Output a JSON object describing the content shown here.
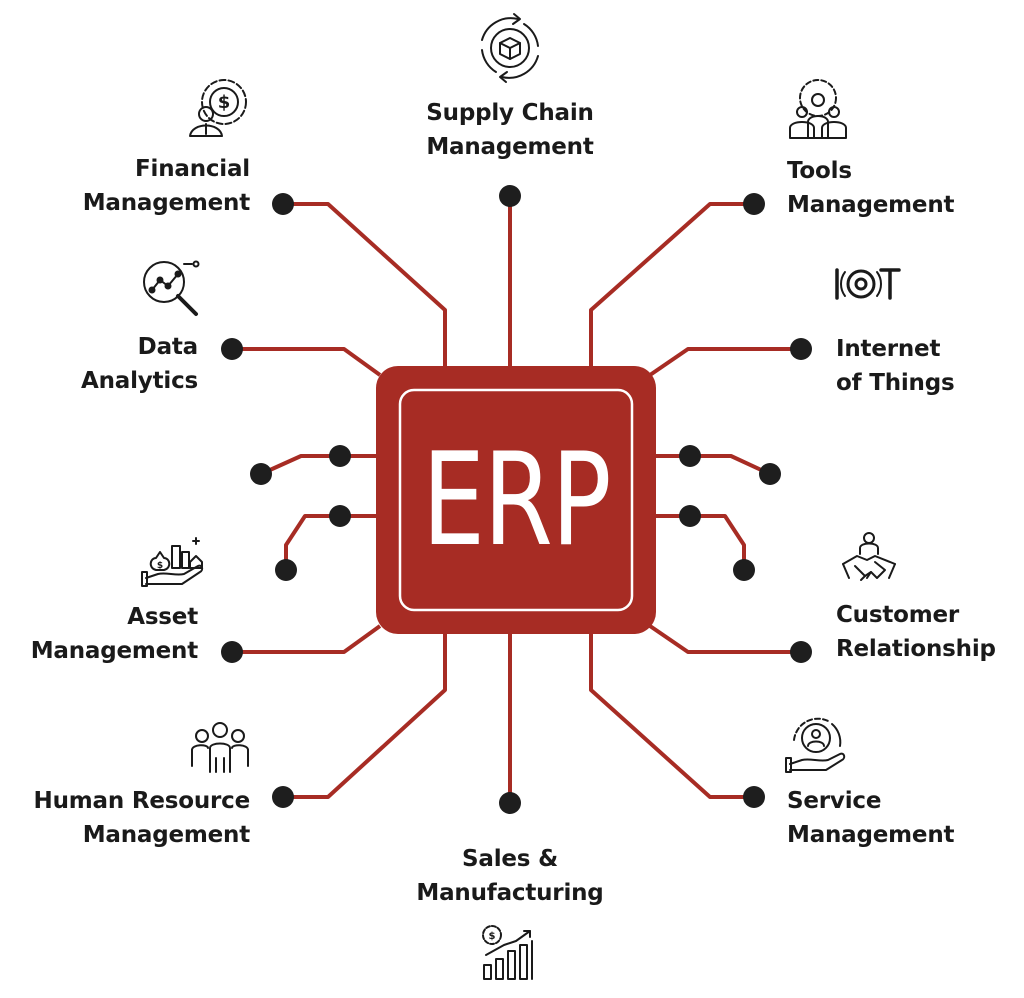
{
  "center": {
    "label": "ERP"
  },
  "modules": [
    {
      "key": "supply-chain",
      "lines": [
        "Supply Chain",
        "Management"
      ],
      "icon": "supply-chain-cube-cycle-icon"
    },
    {
      "key": "financial",
      "lines": [
        "Financial",
        "Management"
      ],
      "icon": "finance-gear-dollar-person-icon"
    },
    {
      "key": "tools",
      "lines": [
        "Tools",
        "Management"
      ],
      "icon": "team-gear-icon"
    },
    {
      "key": "data-analytics",
      "lines": [
        "Data",
        "Analytics"
      ],
      "icon": "magnifier-chart-icon"
    },
    {
      "key": "iot",
      "lines": [
        "Internet",
        "of Things"
      ],
      "icon": "iot-signal-icon"
    },
    {
      "key": "asset",
      "lines": [
        "Asset",
        "Management"
      ],
      "icon": "hand-assets-icon"
    },
    {
      "key": "customer",
      "lines": [
        "Customer",
        "Relationship"
      ],
      "icon": "handshake-person-icon"
    },
    {
      "key": "hr",
      "lines": [
        "Human Resource",
        "Management"
      ],
      "icon": "people-group-icon"
    },
    {
      "key": "service",
      "lines": [
        "Service",
        "Management"
      ],
      "icon": "service-hand-person-icon"
    },
    {
      "key": "sales",
      "lines": [
        "Sales &",
        "Manufacturing"
      ],
      "icon": "growth-chart-gear-icon"
    }
  ],
  "colors": {
    "chip": "#a72c24",
    "trace": "#a72c24",
    "node": "#1e1e1e",
    "text": "#1a1a1a"
  }
}
